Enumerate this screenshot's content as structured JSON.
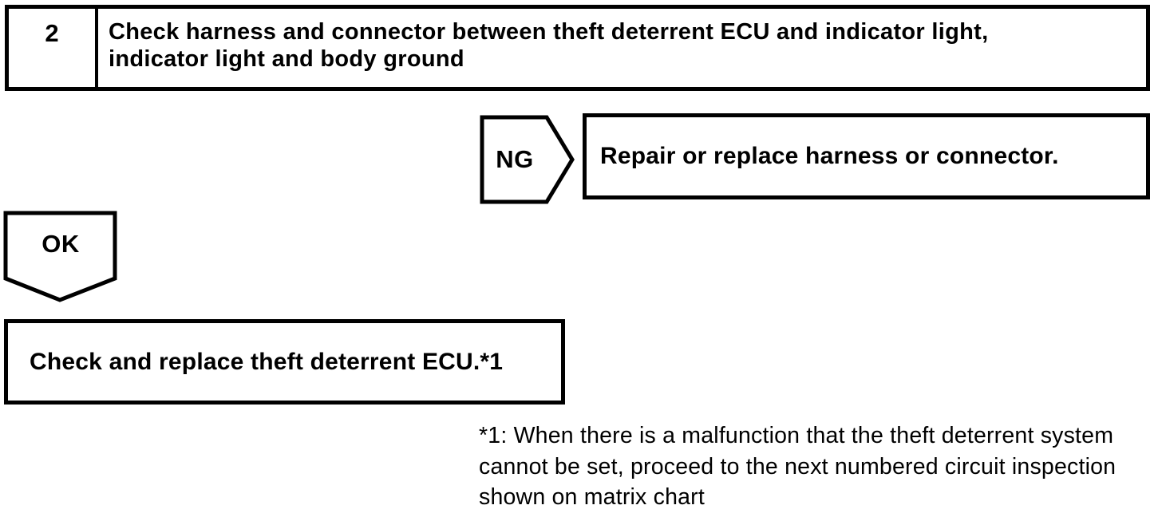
{
  "meta": {
    "ink_color": "#000000",
    "background_color": "#ffffff"
  },
  "flowchart": {
    "step": {
      "number": "2",
      "title_lines": [
        "Check harness and connector between theft deterrent ECU and indicator light,",
        "indicator light and body ground"
      ]
    },
    "ng_branch": {
      "label": "NG",
      "action": "Repair or replace harness or connector."
    },
    "ok_branch": {
      "label": "OK",
      "action": "Check and replace theft deterrent ECU.*1"
    },
    "footnote": {
      "lines": [
        "*1: When there is a malfunction that the theft deterrent system",
        "cannot be set, proceed to the next numbered circuit inspection",
        "shown on matrix chart"
      ]
    }
  }
}
